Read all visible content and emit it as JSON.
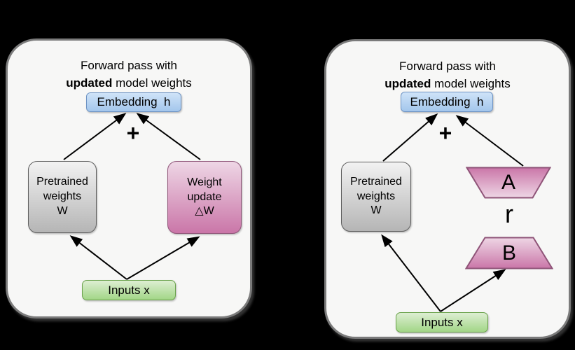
{
  "colors": {
    "page-bg": "#000000",
    "panel-bg": "#f7f7f6",
    "panel-border": "#7b7b7b",
    "embedding-top": "#cfe3f8",
    "embedding-bottom": "#a3c6ec",
    "embedding-border": "#6f94c4",
    "gray-top": "#f2f2f2",
    "gray-bottom": "#b5b5b5",
    "gray-border": "#5e5e5e",
    "pink-light": "#eed6e5",
    "pink-dark": "#ca76a8",
    "pink-border": "#8f5478",
    "green-top": "#ddeed2",
    "green-bottom": "#a2d687",
    "green-border": "#6aa24b",
    "arrow": "#000000",
    "text": "#000000"
  },
  "left_panel": {
    "title": {
      "line1": "Forward pass with",
      "bold": "updated",
      "rest": " model weights"
    },
    "embedding_label": "Embedding  h",
    "plus_sign": "+",
    "pretrained": {
      "lines": [
        "Pretrained",
        "weights",
        "W"
      ]
    },
    "weight_update": {
      "lines": [
        "Weight",
        "update",
        "△W"
      ]
    },
    "inputs_label": "Inputs x"
  },
  "right_panel": {
    "title": {
      "line1": "Forward pass with",
      "bold": "updated",
      "rest": " model weights"
    },
    "embedding_label": "Embedding  h",
    "plus_sign": "+",
    "pretrained": {
      "lines": [
        "Pretrained",
        "weights",
        "W"
      ]
    },
    "matrix_a_label": "A",
    "rank_label": "r",
    "matrix_b_label": "B",
    "inputs_label": "Inputs x"
  }
}
